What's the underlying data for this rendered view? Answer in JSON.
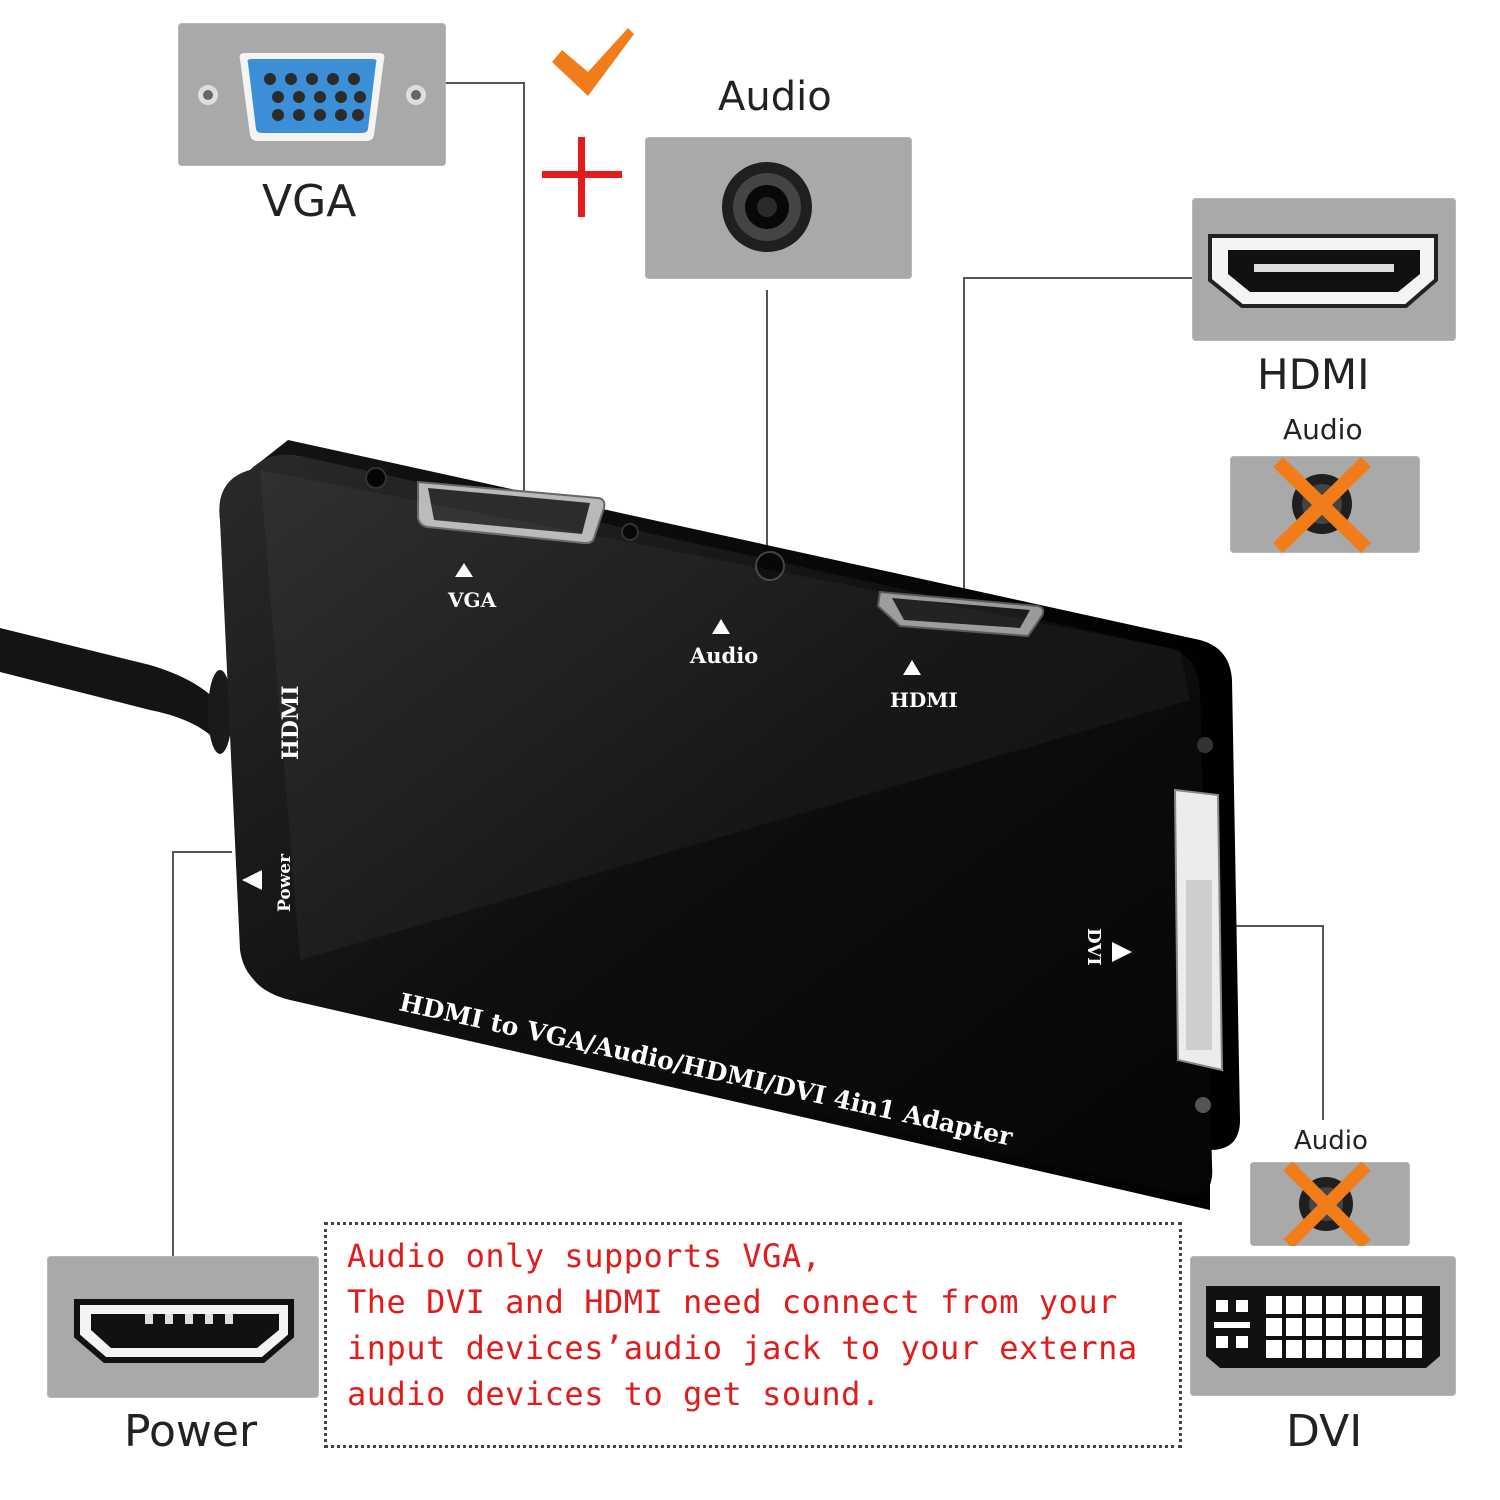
{
  "ports": {
    "vga": {
      "label": "VGA"
    },
    "audio_top": {
      "label": "Audio"
    },
    "hdmi": {
      "label": "HDMI"
    },
    "hdmi_audio": {
      "label": "Audio"
    },
    "dvi": {
      "label": "DVI"
    },
    "dvi_audio": {
      "label": "Audio"
    },
    "power": {
      "label": "Power"
    }
  },
  "device": {
    "vga_label": "VGA",
    "audio_label": "Audio",
    "hdmi_label": "HDMI",
    "input_label": "HDMI",
    "power_label": "Power",
    "dvi_label": "DVI",
    "product_text": "HDMI to VGA/Audio/HDMI/DVI 4in1 Adapter"
  },
  "note": {
    "lines": [
      "Audio only supports VGA,",
      "The DVI and HDMI need connect from your",
      "input devices’audio jack to your externa",
      "audio devices to get sound."
    ]
  },
  "colors": {
    "check": "#f07d1a",
    "plus": "#e31b1b",
    "cross": "#f07d1a",
    "note_text": "#e31b1b",
    "box": "#a9a9a9",
    "vga_connector": "#3c8fd6"
  },
  "icons": [
    "check-icon",
    "plus-icon",
    "cross-icon"
  ]
}
